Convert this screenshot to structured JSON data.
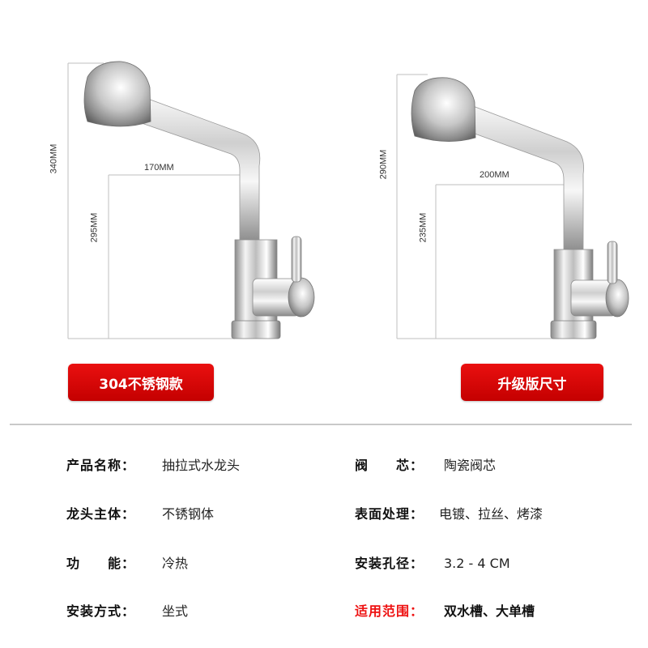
{
  "left_faucet": {
    "total_height": "340MM",
    "spout_height": "295MM",
    "reach": "170MM",
    "badge": "304不锈钢款"
  },
  "right_faucet": {
    "total_height": "290MM",
    "spout_height": "235MM",
    "reach": "200MM",
    "badge": "升级版尺寸"
  },
  "specs": {
    "product_name": {
      "label": "产品名称：",
      "value": "抽拉式水龙头"
    },
    "body": {
      "label": "龙头主体：",
      "value": "不锈钢体"
    },
    "function": {
      "label": "功　　能：",
      "value": "冷热"
    },
    "install": {
      "label": "安装方式：",
      "value": "坐式"
    },
    "valve": {
      "label": "阀　　芯：",
      "value": "陶瓷阀芯"
    },
    "surface": {
      "label": "表面处理：",
      "value": "电镀、拉丝、烤漆"
    },
    "hole": {
      "label": "安装孔径：",
      "value": "3.2 - 4 CM"
    },
    "scope": {
      "label": "适用范围：",
      "value": "双水槽、大单槽"
    }
  },
  "colors": {
    "badge": "#d40000",
    "scope_label": "#e11111"
  }
}
